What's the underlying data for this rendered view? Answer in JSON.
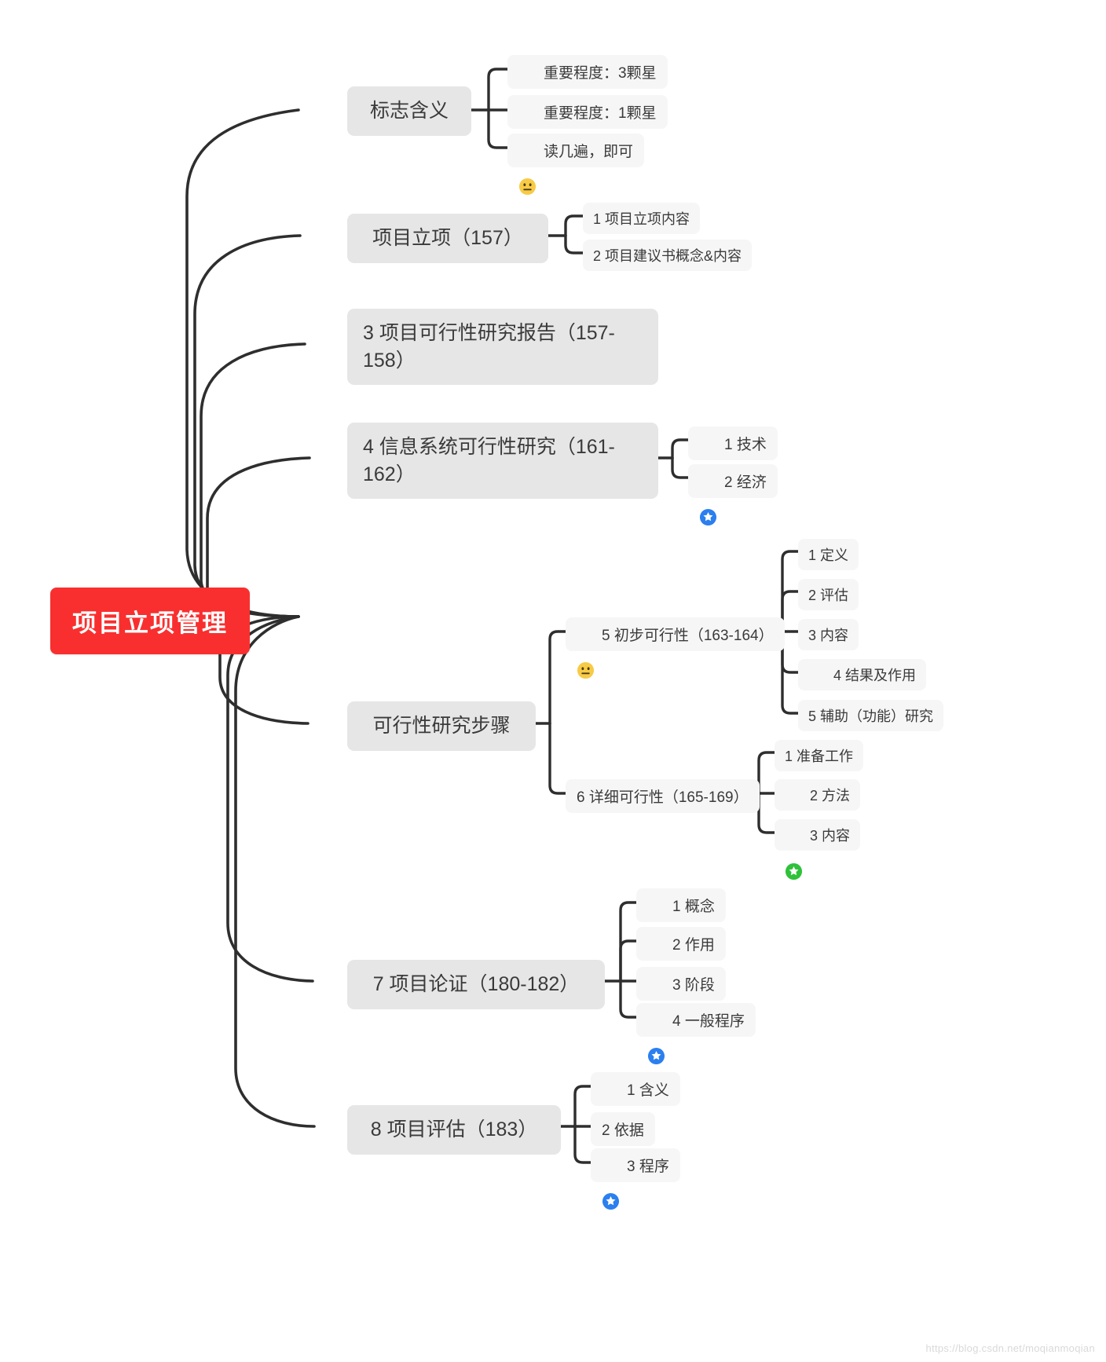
{
  "colors": {
    "root_bg": "#f92f2f",
    "root_text": "#ffffff",
    "branch_bg": "#e6e6e6",
    "leaf_bg": "#f6f6f6",
    "star_blue": "#2b7fef",
    "star_green": "#2fc13a",
    "smiley_yellow": "#f7cb46",
    "line": "#2e2e2e"
  },
  "root": {
    "label": "项目立项管理"
  },
  "branches": [
    {
      "label": "标志含义",
      "children": [
        {
          "icon": "blue-star-icon",
          "label": "重要程度：3颗星"
        },
        {
          "icon": "green-star-icon",
          "label": "重要程度：1颗星"
        },
        {
          "icon": "smiley-icon",
          "label": "读几遍，即可"
        }
      ]
    },
    {
      "label": "项目立项（157）",
      "children": [
        {
          "icon": "none",
          "label": "1 项目立项内容"
        },
        {
          "icon": "none",
          "label": "2 项目建议书概念&内容"
        }
      ]
    },
    {
      "label": "3 项目可行性研究报告（157-158）",
      "children": []
    },
    {
      "label": "4 信息系统可行性研究（161-162）",
      "children": [
        {
          "icon": "blue-star-icon",
          "label": "1 技术"
        },
        {
          "icon": "blue-star-icon",
          "label": "2 经济"
        }
      ]
    },
    {
      "label": "可行性研究步骤",
      "children": [
        {
          "icon": "smiley-icon",
          "label": "5 初步可行性（163-164）",
          "children": [
            {
              "icon": "none",
              "label": "1 定义"
            },
            {
              "icon": "none",
              "label": "2 评估"
            },
            {
              "icon": "none",
              "label": "3 内容"
            },
            {
              "icon": "green-star-icon",
              "label": "4 结果及作用"
            },
            {
              "icon": "none",
              "label": "5 辅助（功能）研究"
            }
          ]
        },
        {
          "icon": "none",
          "label": "6 详细可行性（165-169）",
          "children": [
            {
              "icon": "none",
              "label": "1 准备工作"
            },
            {
              "icon": "green-star-icon",
              "label": "2 方法"
            },
            {
              "icon": "green-star-icon",
              "label": "3 内容"
            }
          ]
        }
      ]
    },
    {
      "label": "7 项目论证（180-182）",
      "children": [
        {
          "icon": "smiley-icon",
          "label": "1 概念"
        },
        {
          "icon": "smiley-icon",
          "label": "2 作用"
        },
        {
          "icon": "blue-star-icon",
          "label": "3 阶段"
        },
        {
          "icon": "blue-star-icon",
          "label": "4 一般程序"
        }
      ]
    },
    {
      "label": "8 项目评估（183）",
      "children": [
        {
          "icon": "blue-star-icon",
          "label": "1 含义"
        },
        {
          "icon": "none",
          "label": "2 依据"
        },
        {
          "icon": "blue-star-icon",
          "label": "3 程序"
        }
      ]
    }
  ],
  "watermark": "https://blog.csdn.net/moqianmoqian"
}
